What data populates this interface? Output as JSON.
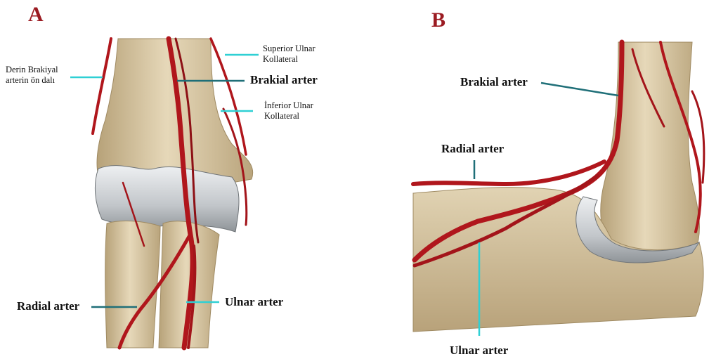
{
  "panels": [
    {
      "letter": "A"
    },
    {
      "letter": "B"
    }
  ],
  "labels_a": {
    "derin_line1": "Derin Brakiyal",
    "derin_line2": "arterin ön dalı",
    "superior_line1": "Superior Ulnar",
    "superior_line2": "Kollateral",
    "brakial": "Brakial arter",
    "inferior_line1": "İnferior Ulnar",
    "inferior_line2": "Kollateral",
    "radial": "Radial arter",
    "ulnar": "Ulnar arter"
  },
  "labels_b": {
    "brakial": "Brakial arter",
    "radial": "Radial arter",
    "ulnar": "Ulnar arter"
  },
  "colors": {
    "letter": "#9b1b22",
    "artery": "#b0161c",
    "artery_dark": "#7e0c10",
    "bone": "#d9c9a6",
    "bone_shade": "#b9a47c",
    "cartilage": "#c9ccd0",
    "leader_cyan": "#2fd0d4",
    "leader_teal": "#1f6f78"
  }
}
